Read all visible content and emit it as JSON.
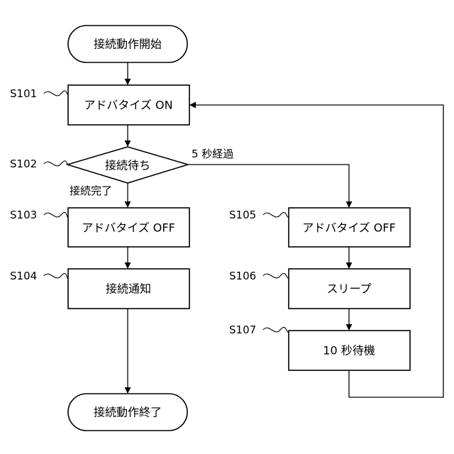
{
  "nodes": {
    "start": {
      "label": "接続動作開始"
    },
    "s101": {
      "id": "S101",
      "label": "アドバタイズ ON"
    },
    "s102": {
      "id": "S102",
      "label": "接続待ち"
    },
    "s103": {
      "id": "S103",
      "label": "アドバタイズ OFF"
    },
    "s104": {
      "id": "S104",
      "label": "接続通知"
    },
    "s105": {
      "id": "S105",
      "label": "アドバタイズ OFF"
    },
    "s106": {
      "id": "S106",
      "label": "スリープ"
    },
    "s107": {
      "id": "S107",
      "label": "10 秒待機"
    },
    "end": {
      "label": "接続動作終了"
    }
  },
  "edges": {
    "timeout_label": "5 秒経過",
    "connected_label": "接続完了"
  }
}
